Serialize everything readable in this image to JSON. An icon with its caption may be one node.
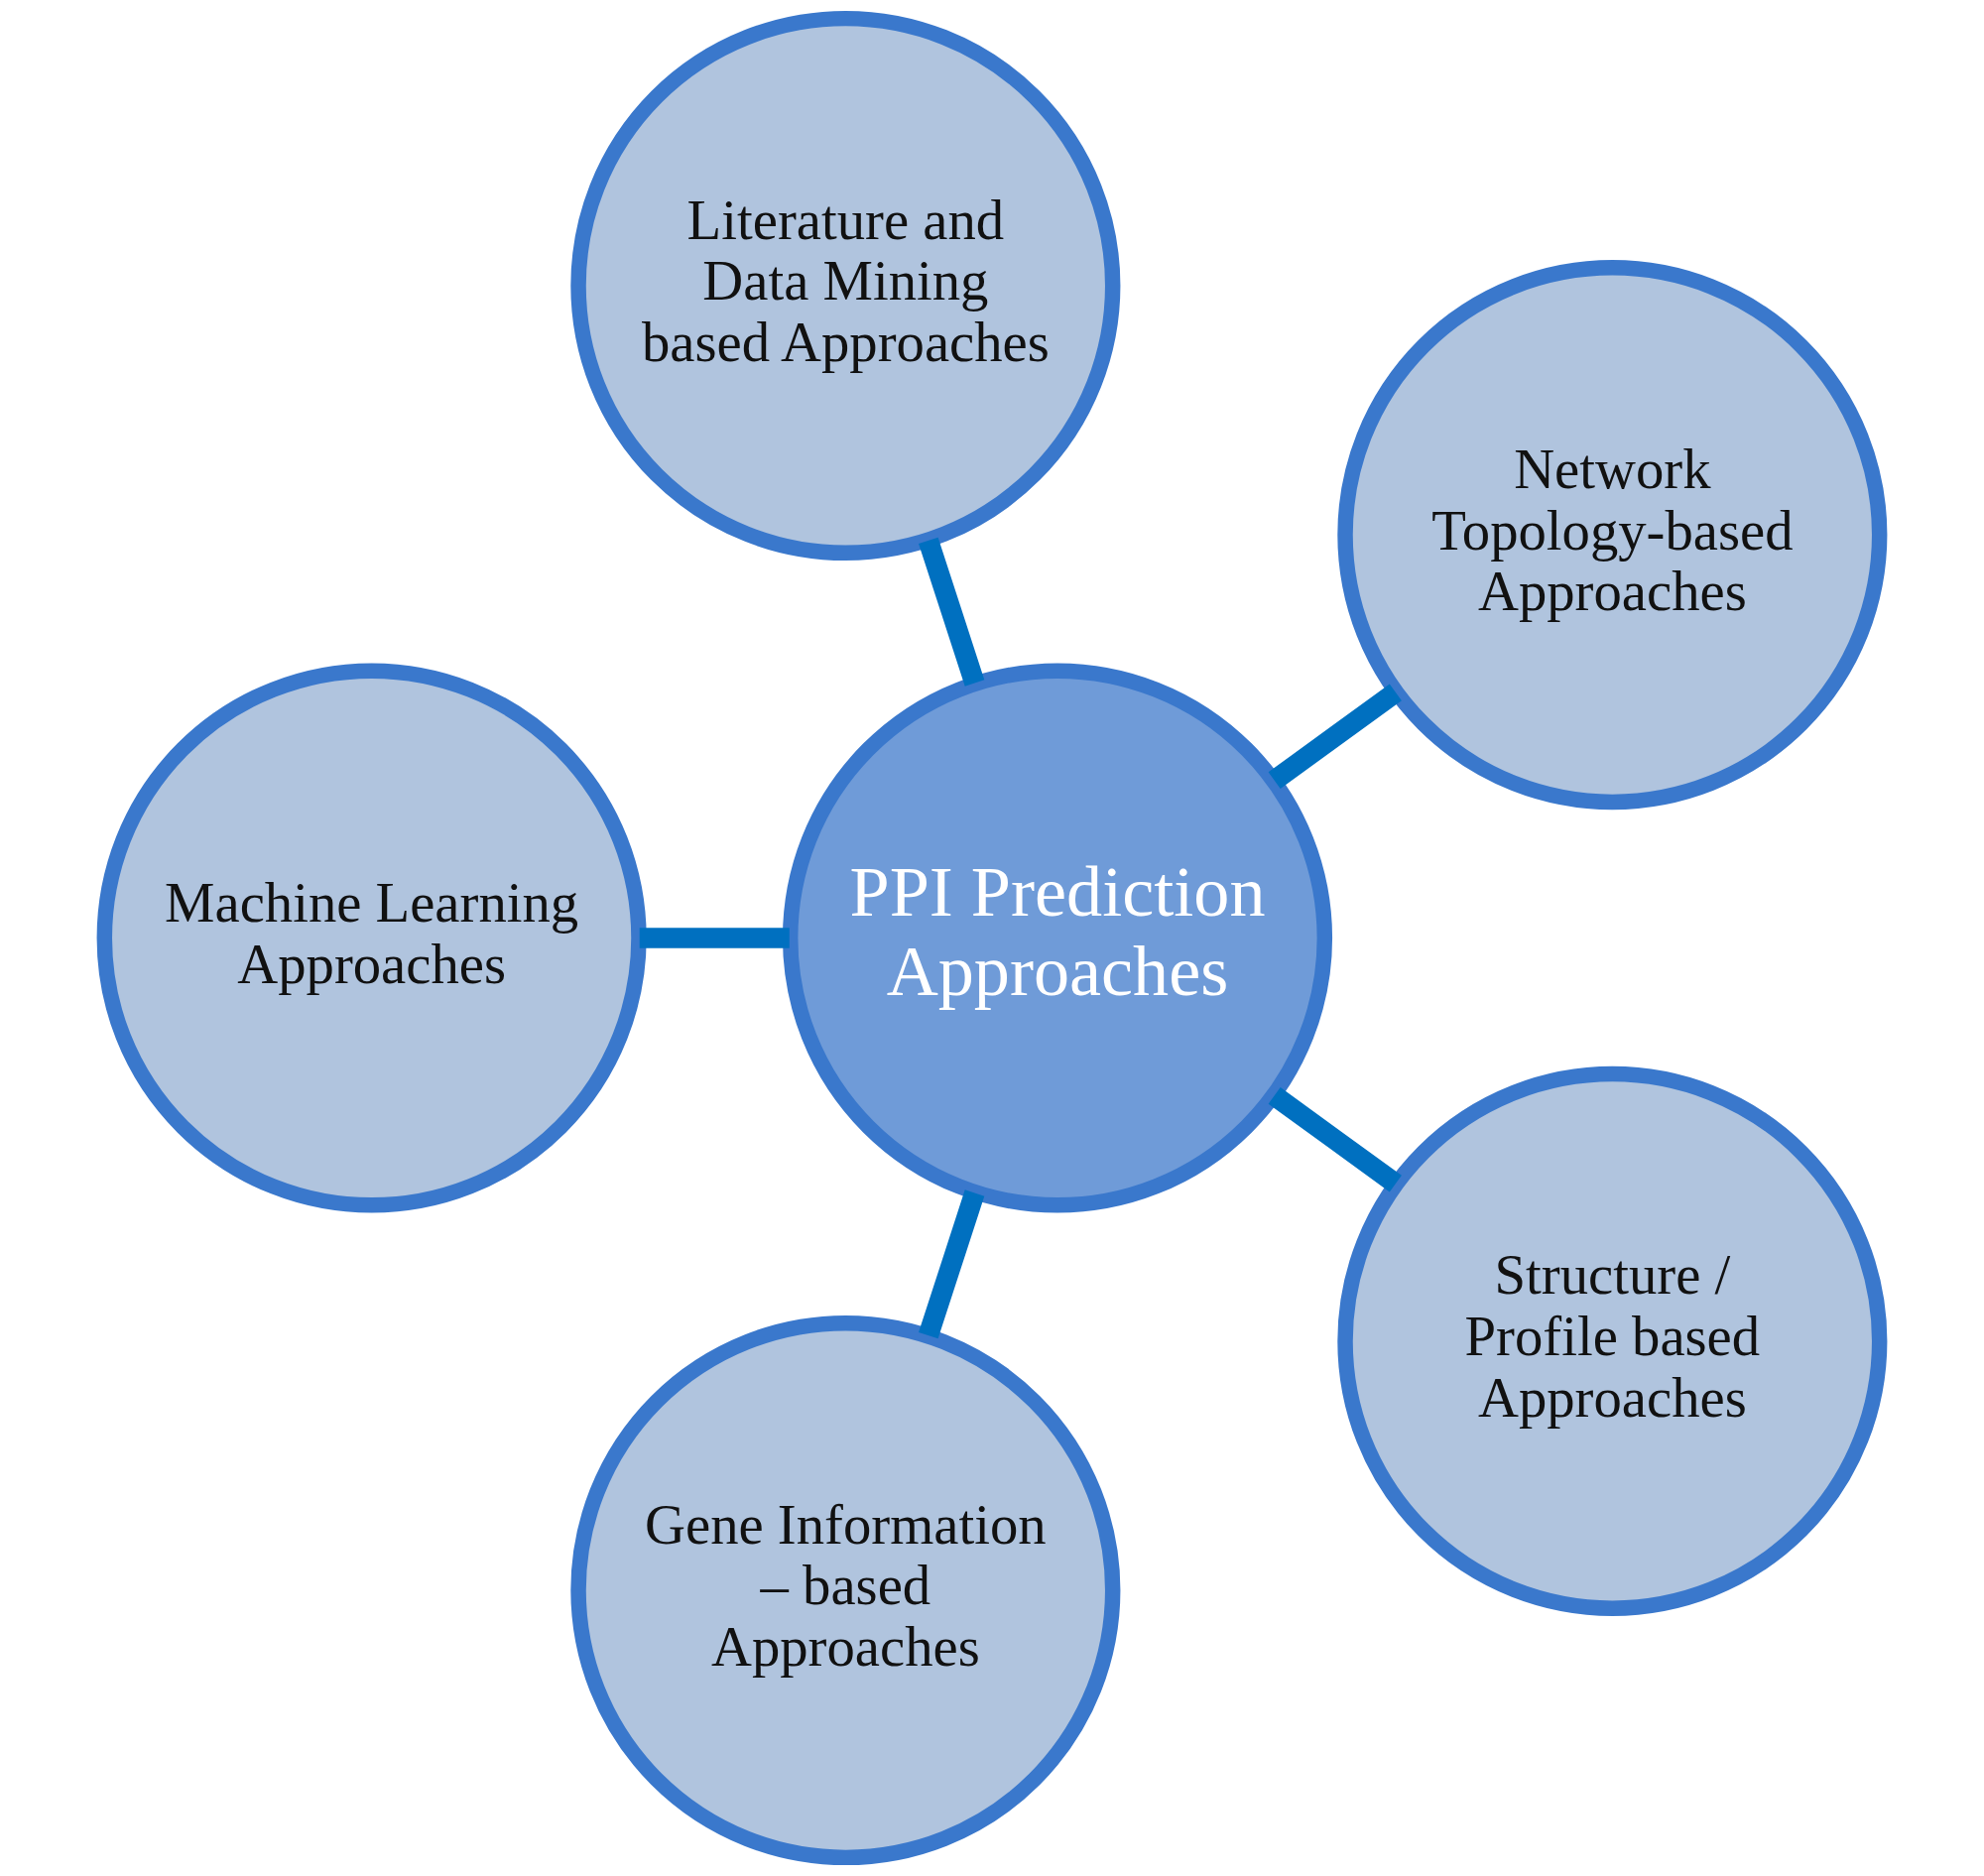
{
  "diagram": {
    "nodes": [
      {
        "text": [
          "PPI Prediction Approaches"
        ]
      },
      {
        "text": [
          "Network Topology-based Approaches"
        ]
      },
      {
        "text": [
          "Literature and Data Mining based Approaches"
        ]
      },
      {
        "text": [
          "Machine Learning Approaches"
        ]
      },
      {
        "text": [
          "Gene Information – based Approaches"
        ]
      },
      {
        "text": [
          "Structure / Profile based Approaches"
        ]
      }
    ],
    "edges": [
      {
        "from": 0,
        "to": 1,
        "arrow": "none"
      },
      {
        "from": 0,
        "to": 2,
        "arrow": "none"
      },
      {
        "from": 0,
        "to": 3,
        "arrow": "none"
      },
      {
        "from": 0,
        "to": 4,
        "arrow": "none"
      },
      {
        "from": 0,
        "to": 5,
        "arrow": "none"
      }
    ]
  }
}
